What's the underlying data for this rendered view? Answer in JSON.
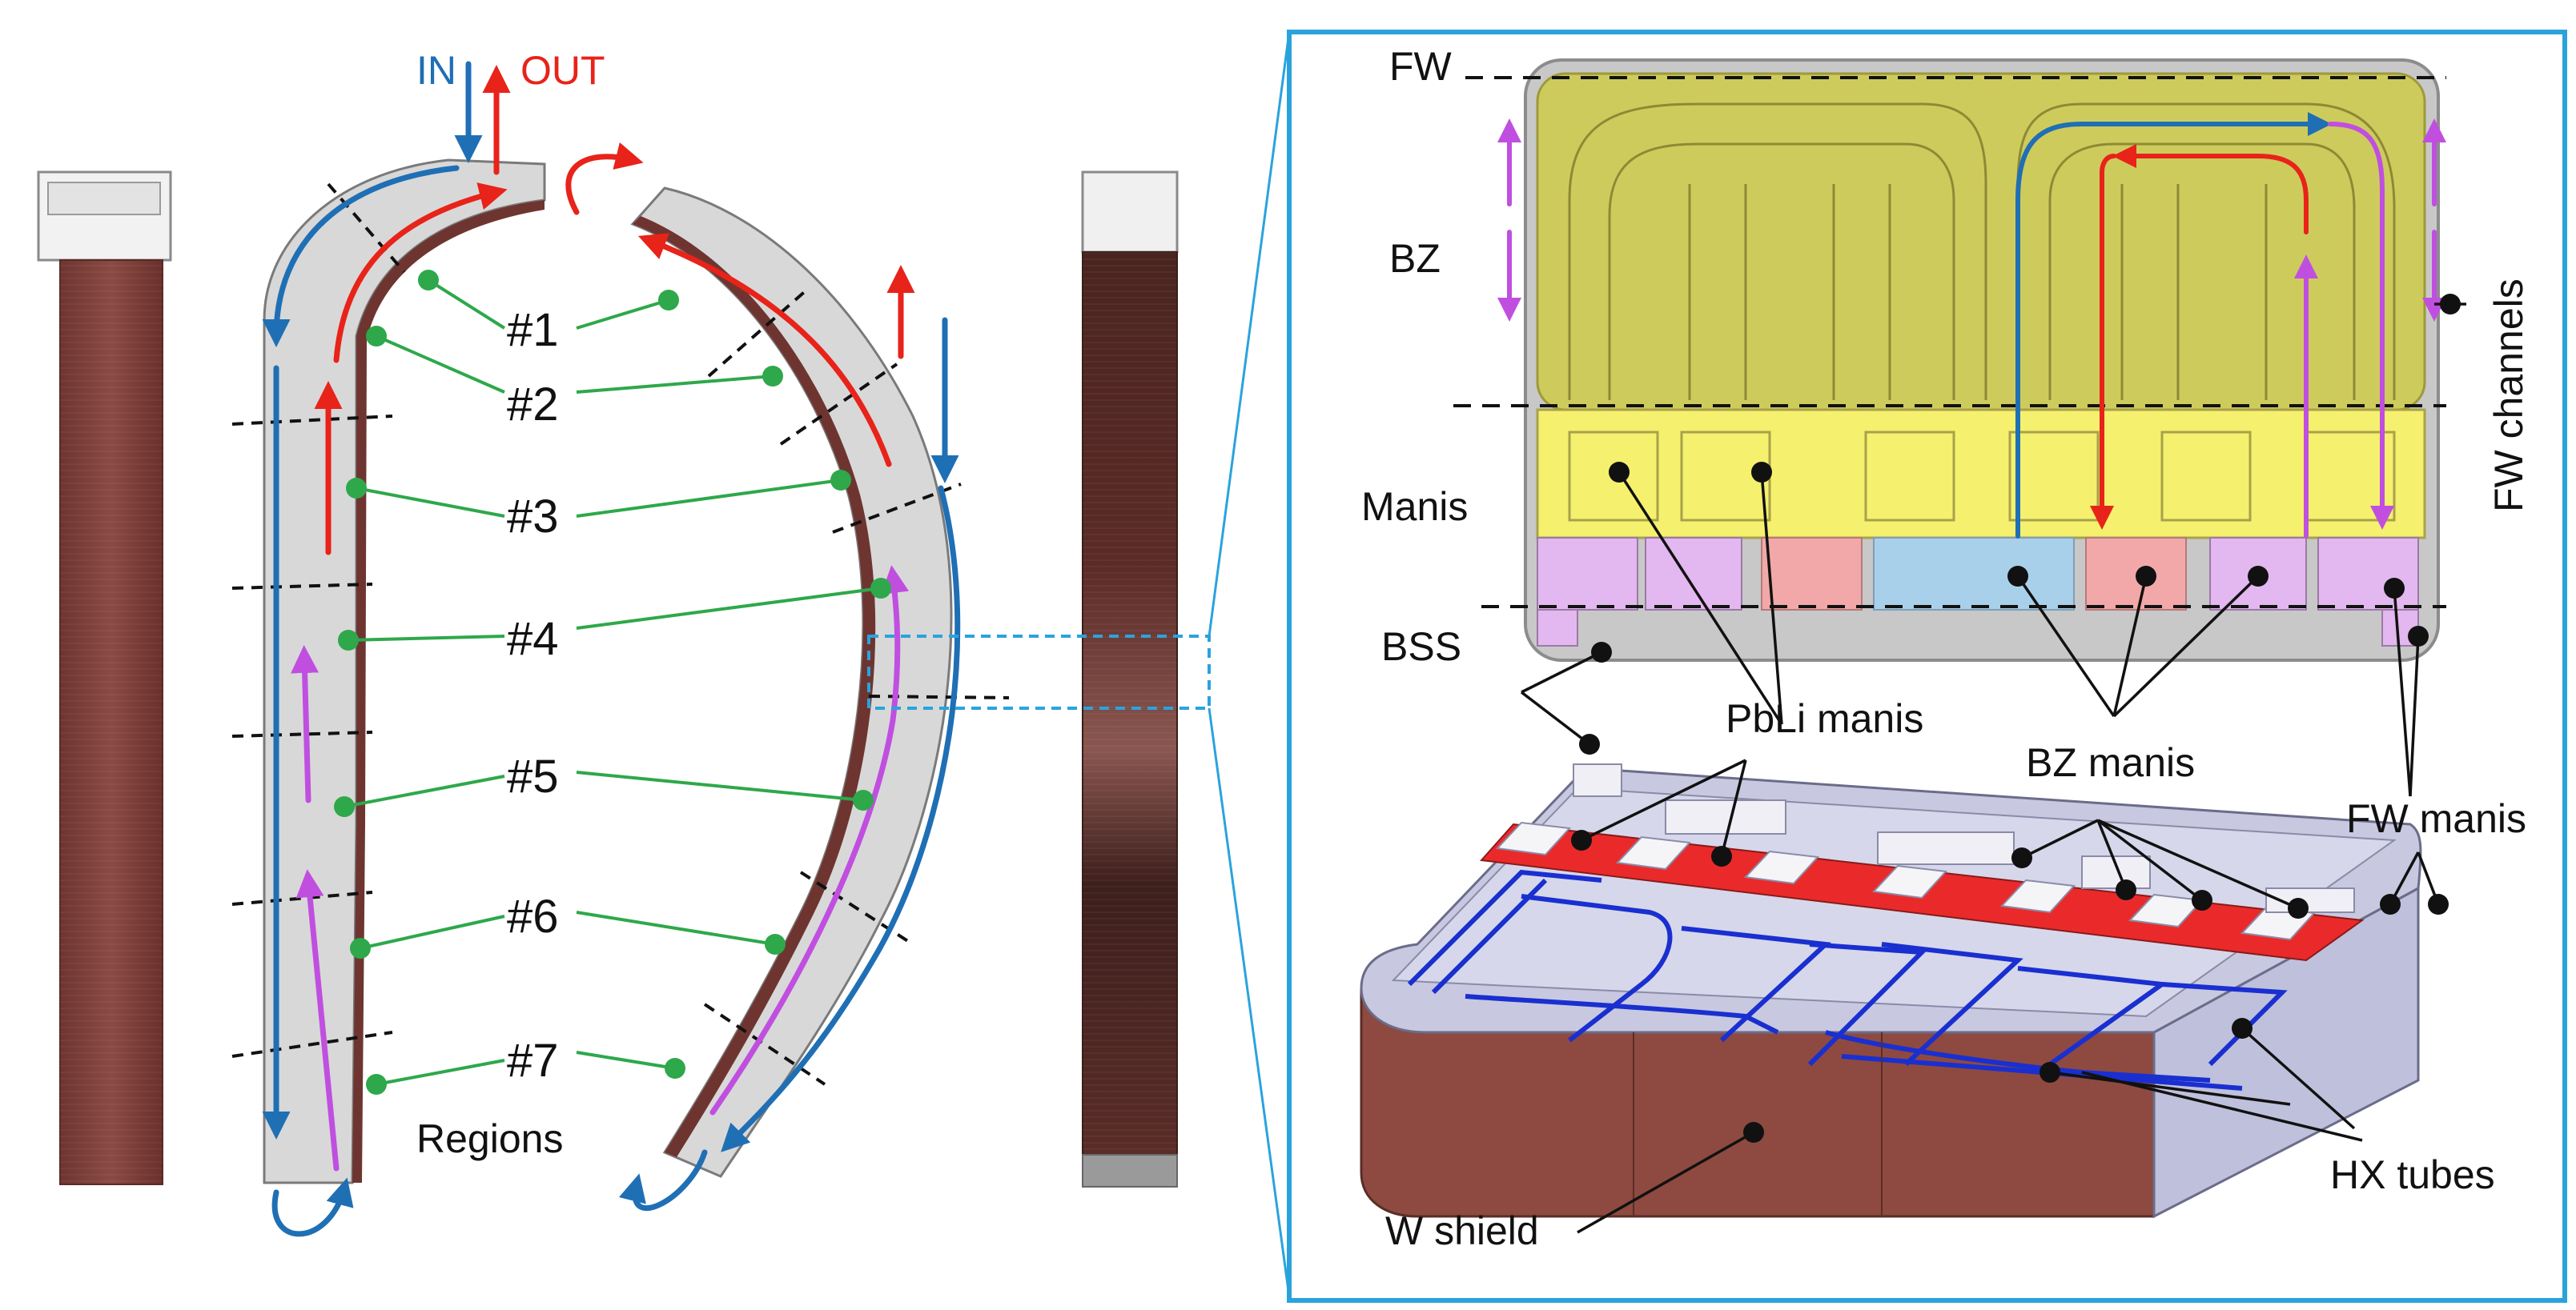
{
  "flow": {
    "in_label": "IN",
    "out_label": "OUT"
  },
  "regions": {
    "title": "Regions",
    "labels": [
      "#1",
      "#2",
      "#3",
      "#4",
      "#5",
      "#6",
      "#7"
    ]
  },
  "detail": {
    "fw": "FW",
    "bz": "BZ",
    "manis": "Manis",
    "bss": "BSS",
    "fw_channels": "FW channels",
    "pbli_manis": "PbLi manis",
    "bz_manis": "BZ manis",
    "fw_manis": "FW manis",
    "hx_tubes": "HX tubes",
    "w_shield": "W shield"
  },
  "colors": {
    "inlet_blue": "#1f6fb5",
    "outlet_red": "#e8231a",
    "purple": "#c04fe0",
    "green": "#2ea84a",
    "border_cyan": "#2aa3dc",
    "shield_brown": "#8e4a40",
    "bz_yellow": "#cfcb4a"
  }
}
